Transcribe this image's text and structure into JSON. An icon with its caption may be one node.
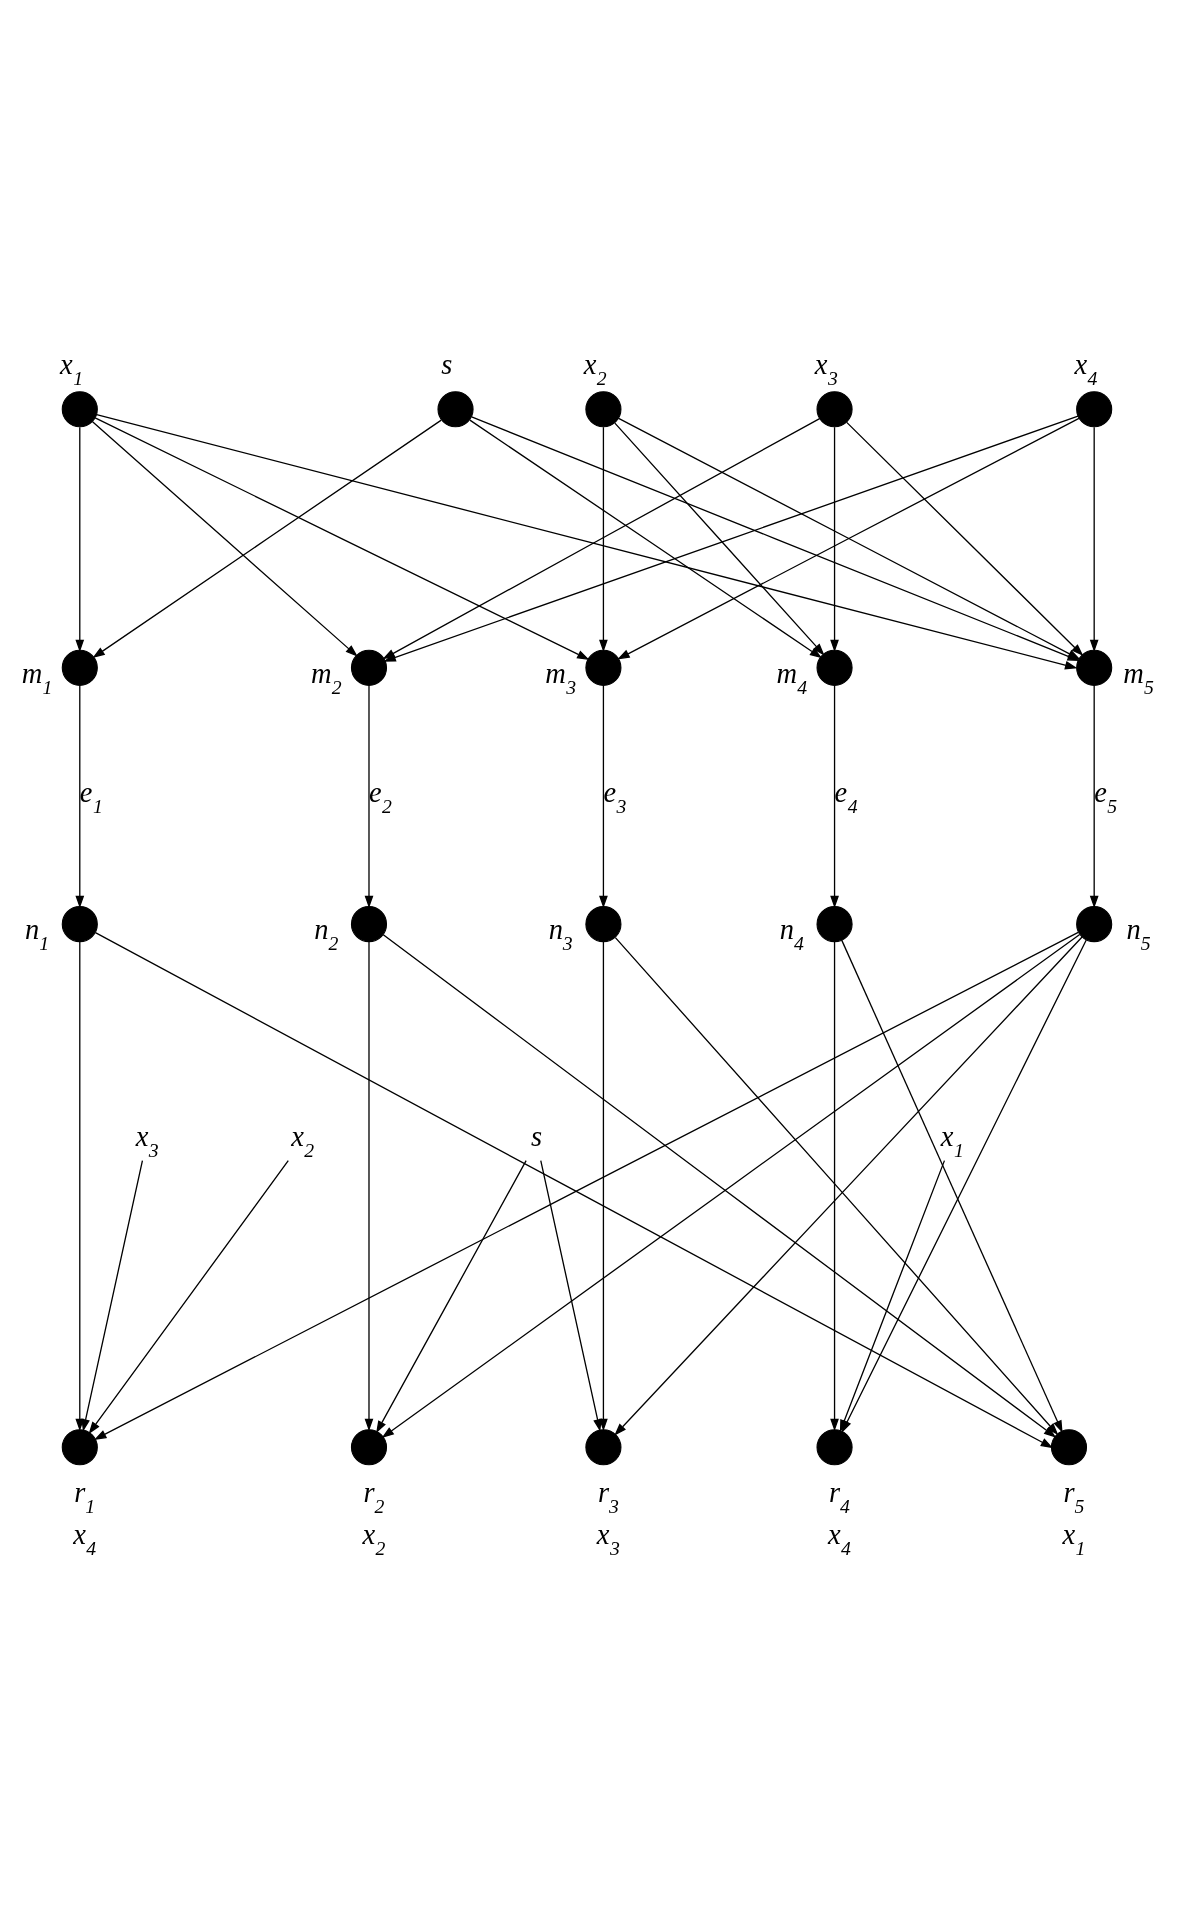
{
  "diagram": {
    "nodes": [
      {
        "text": [
          "x$_{1}$"
        ]
      },
      {
        "text": [
          "s"
        ]
      },
      {
        "text": [
          "x$_{2}$"
        ]
      },
      {
        "text": [
          "x$_{3}$"
        ]
      },
      {
        "text": [
          "x$_{4}$"
        ]
      },
      {
        "text": [
          "m$_{1}$"
        ]
      },
      {
        "text": [
          "m$_{2}$"
        ]
      },
      {
        "text": [
          "m$_{3}$"
        ]
      },
      {
        "text": [
          "m$_{4}$"
        ]
      },
      {
        "text": [
          "m$_{5}$"
        ]
      },
      {
        "text": [
          "n$_{1}$"
        ]
      },
      {
        "text": [
          "n$_{2}$"
        ]
      },
      {
        "text": [
          "n$_{3}$"
        ]
      },
      {
        "text": [
          "n$_{4}$"
        ]
      },
      {
        "text": [
          "n$_{5}$"
        ]
      },
      {
        "text": [
          "x$_{3}$"
        ]
      },
      {
        "text": [
          "x$_{2}$"
        ]
      },
      {
        "text": [
          "s"
        ]
      },
      {
        "text": [
          "x$_{1}$"
        ]
      },
      {
        "text": [
          "r$_{1}$"
        ],
        "beside": [
          "x$_{4}$"
        ]
      },
      {
        "text": [
          "r$_{2}$"
        ],
        "beside": [
          "x$_{2}$"
        ]
      },
      {
        "text": [
          "r$_{3}$"
        ],
        "beside": [
          "x$_{3}$"
        ]
      },
      {
        "text": [
          "r$_{4}$"
        ],
        "beside": [
          "x$_{4}$"
        ]
      },
      {
        "text": [
          "r$_{5}$"
        ],
        "beside": [
          "x$_{1}$"
        ]
      }
    ],
    "edges": [
      {
        "from": 0,
        "to": 5,
        "arrow": "to"
      },
      {
        "from": 0,
        "to": 6,
        "arrow": "to"
      },
      {
        "from": 0,
        "to": 7,
        "arrow": "to"
      },
      {
        "from": 0,
        "to": 9,
        "arrow": "to"
      },
      {
        "from": 1,
        "to": 5,
        "arrow": "to"
      },
      {
        "from": 1,
        "to": 8,
        "arrow": "to"
      },
      {
        "from": 1,
        "to": 9,
        "arrow": "to"
      },
      {
        "from": 2,
        "to": 7,
        "arrow": "to"
      },
      {
        "from": 2,
        "to": 8,
        "arrow": "to"
      },
      {
        "from": 2,
        "to": 9,
        "arrow": "to"
      },
      {
        "from": 3,
        "to": 6,
        "arrow": "to"
      },
      {
        "from": 3,
        "to": 8,
        "arrow": "to"
      },
      {
        "from": 3,
        "to": 9,
        "arrow": "to"
      },
      {
        "from": 4,
        "to": 6,
        "arrow": "to"
      },
      {
        "from": 4,
        "to": 7,
        "arrow": "to"
      },
      {
        "from": 4,
        "to": 9,
        "arrow": "to"
      },
      {
        "from": 5,
        "to": 10,
        "arrow": "to",
        "label": "e$_{1}$"
      },
      {
        "from": 6,
        "to": 11,
        "arrow": "to",
        "label": "e$_{2}$"
      },
      {
        "from": 7,
        "to": 12,
        "arrow": "to",
        "label": "e$_{3}$"
      },
      {
        "from": 8,
        "to": 13,
        "arrow": "to",
        "label": "e$_{4}$"
      },
      {
        "from": 9,
        "to": 14,
        "arrow": "to",
        "label": "e$_{5}$"
      },
      {
        "from": 10,
        "to": 19,
        "arrow": "to"
      },
      {
        "from": 10,
        "to": 23,
        "arrow": "to"
      },
      {
        "from": 11,
        "to": 20,
        "arrow": "to"
      },
      {
        "from": 11,
        "to": 23,
        "arrow": "to"
      },
      {
        "from": 12,
        "to": 21,
        "arrow": "to"
      },
      {
        "from": 12,
        "to": 23,
        "arrow": "to"
      },
      {
        "from": 13,
        "to": 22,
        "arrow": "to"
      },
      {
        "from": 13,
        "to": 23,
        "arrow": "to"
      },
      {
        "from": 14,
        "to": 19,
        "arrow": "to"
      },
      {
        "from": 14,
        "to": 20,
        "arrow": "to"
      },
      {
        "from": 14,
        "to": 21,
        "arrow": "to"
      },
      {
        "from": 14,
        "to": 22,
        "arrow": "to"
      },
      {
        "from": 15,
        "to": 19,
        "arrow": "to"
      },
      {
        "from": 16,
        "to": 19,
        "arrow": "to"
      },
      {
        "from": 17,
        "to": 20,
        "arrow": "to"
      },
      {
        "from": 17,
        "to": 21,
        "arrow": "to"
      },
      {
        "from": 18,
        "to": 22,
        "arrow": "to"
      }
    ]
  }
}
